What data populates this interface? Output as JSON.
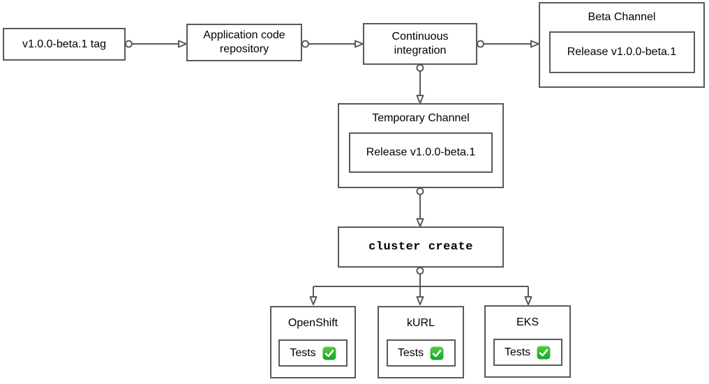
{
  "diagram": {
    "type": "flowchart",
    "colors": {
      "edge_stroke": "#595959",
      "node_border": "#595959",
      "node_fill": "#ffffff",
      "text": "#000000",
      "check_green_top": "#53cc40",
      "check_green_bottom": "#17a42b",
      "check_mark_white": "#ffffff"
    },
    "nodes": {
      "tag": {
        "label": "v1.0.0-beta.1 tag"
      },
      "repo": {
        "label": "Application code repository"
      },
      "ci": {
        "label": "Continuous integration"
      },
      "beta_channel": {
        "title": "Beta Channel",
        "release_label": "Release v1.0.0-beta.1"
      },
      "temporary_channel": {
        "title": "Temporary Channel",
        "release_label": "Release v1.0.0-beta.1"
      },
      "cluster_create": {
        "label": "cluster create"
      },
      "platforms": [
        {
          "title": "OpenShift",
          "tests_label": "Tests",
          "status_icon": "check-mark-icon"
        },
        {
          "title": "kURL",
          "tests_label": "Tests",
          "status_icon": "check-mark-icon"
        },
        {
          "title": "EKS",
          "tests_label": "Tests",
          "status_icon": "check-mark-icon"
        }
      ]
    }
  }
}
